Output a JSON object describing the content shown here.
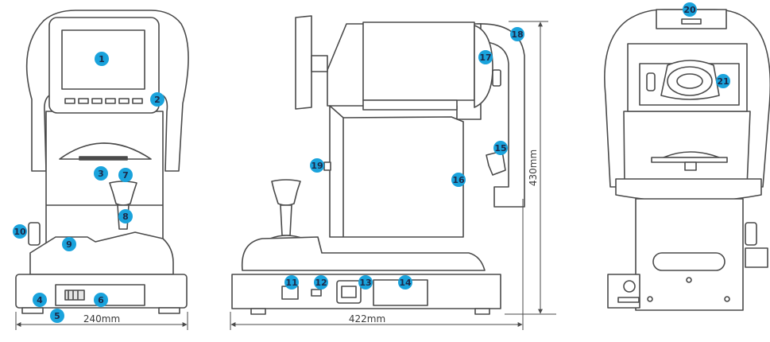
{
  "colors": {
    "callout_fill": "#1aa3dc",
    "callout_text": "#1d2a4a",
    "outline": "#4a4a4a",
    "body_fill": "#ffffff",
    "shade": "#e6e6e6"
  },
  "dimensions": {
    "front_width": "240mm",
    "side_depth": "422mm",
    "height": "430mm"
  },
  "callouts": [
    {
      "id": "1"
    },
    {
      "id": "2"
    },
    {
      "id": "3"
    },
    {
      "id": "4"
    },
    {
      "id": "5"
    },
    {
      "id": "6"
    },
    {
      "id": "7"
    },
    {
      "id": "8"
    },
    {
      "id": "9"
    },
    {
      "id": "10"
    },
    {
      "id": "11"
    },
    {
      "id": "12"
    },
    {
      "id": "13"
    },
    {
      "id": "14"
    },
    {
      "id": "15"
    },
    {
      "id": "16"
    },
    {
      "id": "17"
    },
    {
      "id": "18"
    },
    {
      "id": "19"
    },
    {
      "id": "20"
    },
    {
      "id": "21"
    }
  ]
}
